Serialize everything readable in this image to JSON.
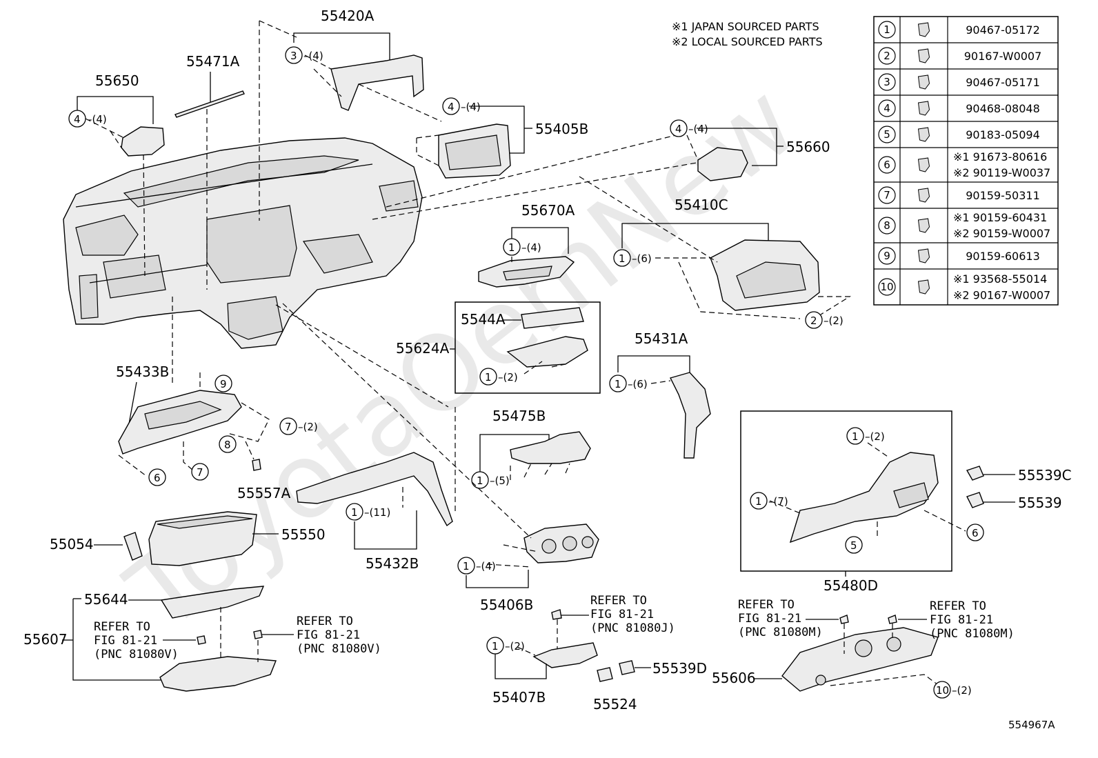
{
  "watermark": "ToyotaOemNew",
  "notes": [
    "※1 JAPAN SOURCED PARTS",
    "※2 LOCAL SOURCED PARTS"
  ],
  "figure_id": "554967A",
  "parts": {
    "p55420A": "55420A",
    "p55471A": "55471A",
    "p55650": "55650",
    "p55405B": "55405B",
    "p55660": "55660",
    "p55670A": "55670A",
    "p55410C": "55410C",
    "p5544A": "5544A",
    "p55624A": "55624A",
    "p55431A": "55431A",
    "p55433B": "55433B",
    "p55557A": "55557A",
    "p55475B": "55475B",
    "p55539C": "55539C",
    "p55539": "55539",
    "p55054": "55054",
    "p55550": "55550",
    "p55432B": "55432B",
    "p55480D": "55480D",
    "p55644": "55644",
    "p55607": "55607",
    "p55406B": "55406B",
    "p55539D": "55539D",
    "p55407B": "55407B",
    "p55524": "55524",
    "p55606": "55606"
  },
  "callouts": {
    "c1": {
      "num": "3",
      "qty": "–(4)"
    },
    "c2": {
      "num": "4",
      "qty": "–(4)"
    },
    "c3": {
      "num": "4",
      "qty": "–(4)"
    },
    "c4": {
      "num": "4",
      "qty": "–(4)"
    },
    "c5": {
      "num": "1",
      "qty": "–(4)"
    },
    "c6": {
      "num": "1",
      "qty": "–(6)"
    },
    "c7": {
      "num": "2",
      "qty": "–(2)"
    },
    "c8": {
      "num": "1",
      "qty": "–(2)"
    },
    "c9": {
      "num": "1",
      "qty": "–(6)"
    },
    "c10": {
      "num": "9",
      "qty": ""
    },
    "c11": {
      "num": "7",
      "qty": "–(2)"
    },
    "c12": {
      "num": "8",
      "qty": ""
    },
    "c13": {
      "num": "6",
      "qty": ""
    },
    "c14": {
      "num": "7",
      "qty": ""
    },
    "c15": {
      "num": "1",
      "qty": "–(5)"
    },
    "c16": {
      "num": "1",
      "qty": "–(2)"
    },
    "c17": {
      "num": "1",
      "qty": "–(7)"
    },
    "c18": {
      "num": "5",
      "qty": ""
    },
    "c19": {
      "num": "6",
      "qty": ""
    },
    "c20": {
      "num": "1",
      "qty": "–(11)"
    },
    "c21": {
      "num": "1",
      "qty": "–(4)"
    },
    "c22": {
      "num": "1",
      "qty": "–(2)"
    },
    "c23": {
      "num": "10",
      "qty": "–(2)"
    }
  },
  "refers": {
    "r1": {
      "l1": "REFER TO",
      "l2": "FIG 81-21",
      "l3": "(PNC 81080V)"
    },
    "r2": {
      "l1": "REFER TO",
      "l2": "FIG 81-21",
      "l3": "(PNC 81080V)"
    },
    "r3": {
      "l1": "REFER TO",
      "l2": "FIG 81-21",
      "l3": "(PNC 81080J)"
    },
    "r4": {
      "l1": "REFER TO",
      "l2": "FIG 81-21",
      "l3": "(PNC 81080M)"
    },
    "r5": {
      "l1": "REFER TO",
      "l2": "FIG 81-21",
      "l3": "(PNC 81080M)"
    }
  },
  "fastener_table": [
    {
      "no": "1",
      "parts": [
        "90467-05172"
      ]
    },
    {
      "no": "2",
      "parts": [
        "90167-W0007"
      ]
    },
    {
      "no": "3",
      "parts": [
        "90467-05171"
      ]
    },
    {
      "no": "4",
      "parts": [
        "90468-08048"
      ]
    },
    {
      "no": "5",
      "parts": [
        "90183-05094"
      ]
    },
    {
      "no": "6",
      "parts": [
        "※1 91673-80616",
        "※2 90119-W0037"
      ]
    },
    {
      "no": "7",
      "parts": [
        "90159-50311"
      ]
    },
    {
      "no": "8",
      "parts": [
        "※1 90159-60431",
        "※2 90159-W0007"
      ]
    },
    {
      "no": "9",
      "parts": [
        "90159-60613"
      ]
    },
    {
      "no": "10",
      "parts": [
        "※1 93568-55014",
        "※2 90167-W0007"
      ]
    }
  ]
}
